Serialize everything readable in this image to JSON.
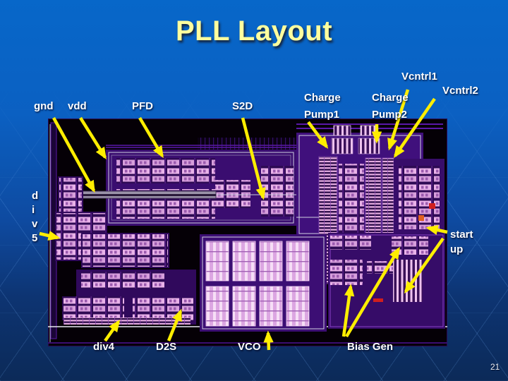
{
  "slide": {
    "title": "PLL Layout",
    "page_number": "21"
  },
  "labels": {
    "gnd": "gnd",
    "vdd": "vdd",
    "pfd": "PFD",
    "s2d": "S2D",
    "charge_pump1": "Charge\nPump1",
    "charge_pump2": "Charge\nPump2",
    "vcntrl1": "Vcntrl1",
    "vcntrl2": "Vcntrl2",
    "div5": "d\ni\nv\n5",
    "start_up": "start\nup",
    "div4": "div4",
    "d2s": "D2S",
    "vco": "VCO",
    "bias_gen": "Bias Gen"
  },
  "colors": {
    "arrow": "#ffee00",
    "label_text": "#ffffff",
    "title_text": "#ffff9e",
    "bg_top": "#0767c9",
    "bg_bottom": "#0c2a58",
    "chip_bg": "#050006",
    "chip_purple": "#40107c",
    "chip_pink": "#e9b2e9"
  }
}
